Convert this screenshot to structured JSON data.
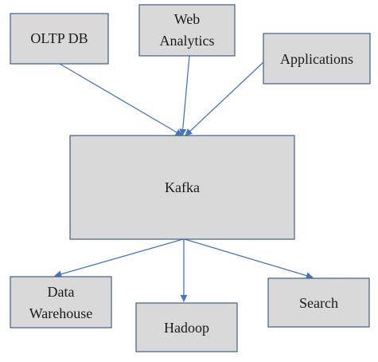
{
  "diagram": {
    "nodes": {
      "oltp": {
        "label": "OLTP DB"
      },
      "web": {
        "line1": "Web",
        "line2": "Analytics"
      },
      "apps": {
        "label": "Applications"
      },
      "kafka": {
        "label": "Kafka"
      },
      "dw": {
        "line1": "Data",
        "line2": "Warehouse"
      },
      "hadoop": {
        "label": "Hadoop"
      },
      "search": {
        "label": "Search"
      }
    },
    "edges": [
      {
        "from": "oltp",
        "to": "kafka"
      },
      {
        "from": "web",
        "to": "kafka"
      },
      {
        "from": "apps",
        "to": "kafka"
      },
      {
        "from": "kafka",
        "to": "dw"
      },
      {
        "from": "kafka",
        "to": "hadoop"
      },
      {
        "from": "kafka",
        "to": "search"
      }
    ],
    "colors": {
      "node_fill": "#d9d9d9",
      "node_border": "#3f5f86",
      "edge": "#4a76b8"
    }
  }
}
